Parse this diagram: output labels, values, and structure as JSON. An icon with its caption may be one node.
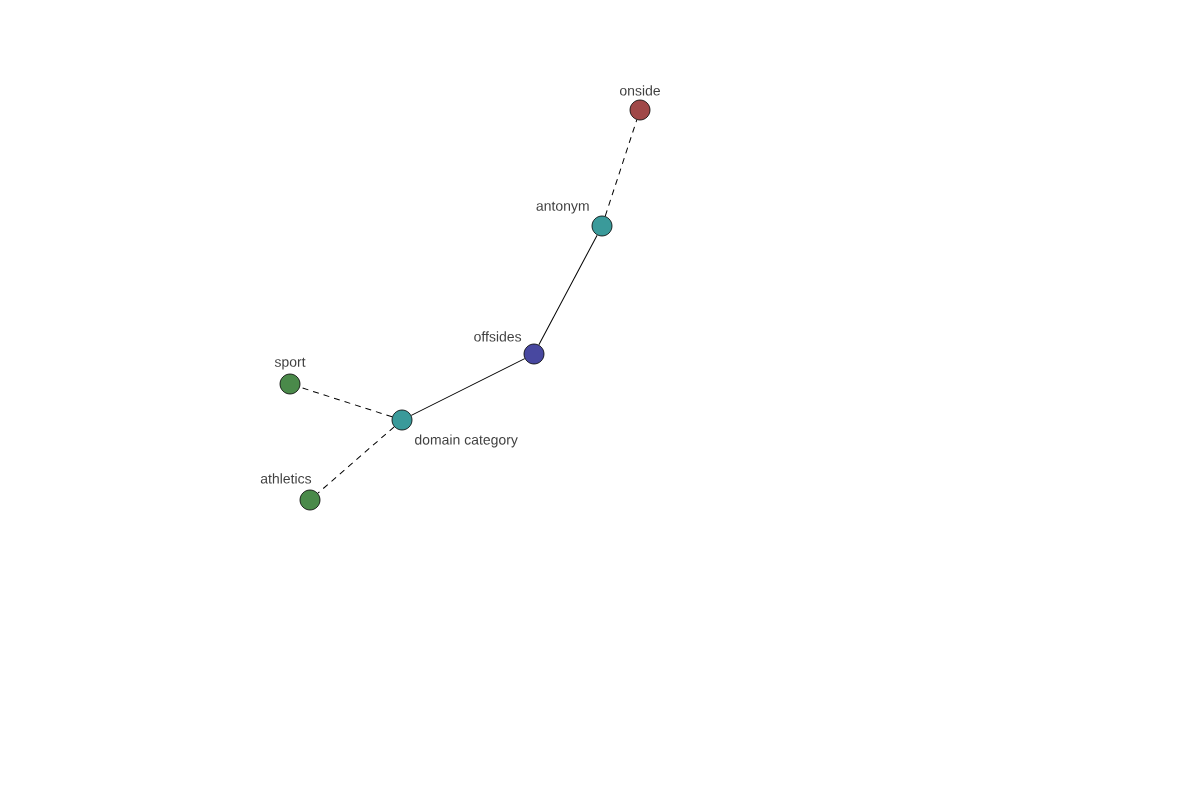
{
  "diagram": {
    "nodes": [
      {
        "text": [
          "onside"
        ]
      },
      {
        "text": [
          "antonym"
        ]
      },
      {
        "text": [
          "offsides"
        ]
      },
      {
        "text": [
          "sport"
        ]
      },
      {
        "text": [
          "domain category"
        ]
      },
      {
        "text": [
          "athletics"
        ]
      }
    ],
    "edges": [
      {
        "from": 1,
        "to": 0,
        "arrow": "none",
        "style": "dashed"
      },
      {
        "from": 2,
        "to": 1,
        "arrow": "none"
      },
      {
        "from": 2,
        "to": 4,
        "arrow": "none"
      },
      {
        "from": 4,
        "to": 3,
        "arrow": "none",
        "style": "dashed"
      },
      {
        "from": 4,
        "to": 5,
        "arrow": "none",
        "style": "dashed"
      }
    ]
  }
}
